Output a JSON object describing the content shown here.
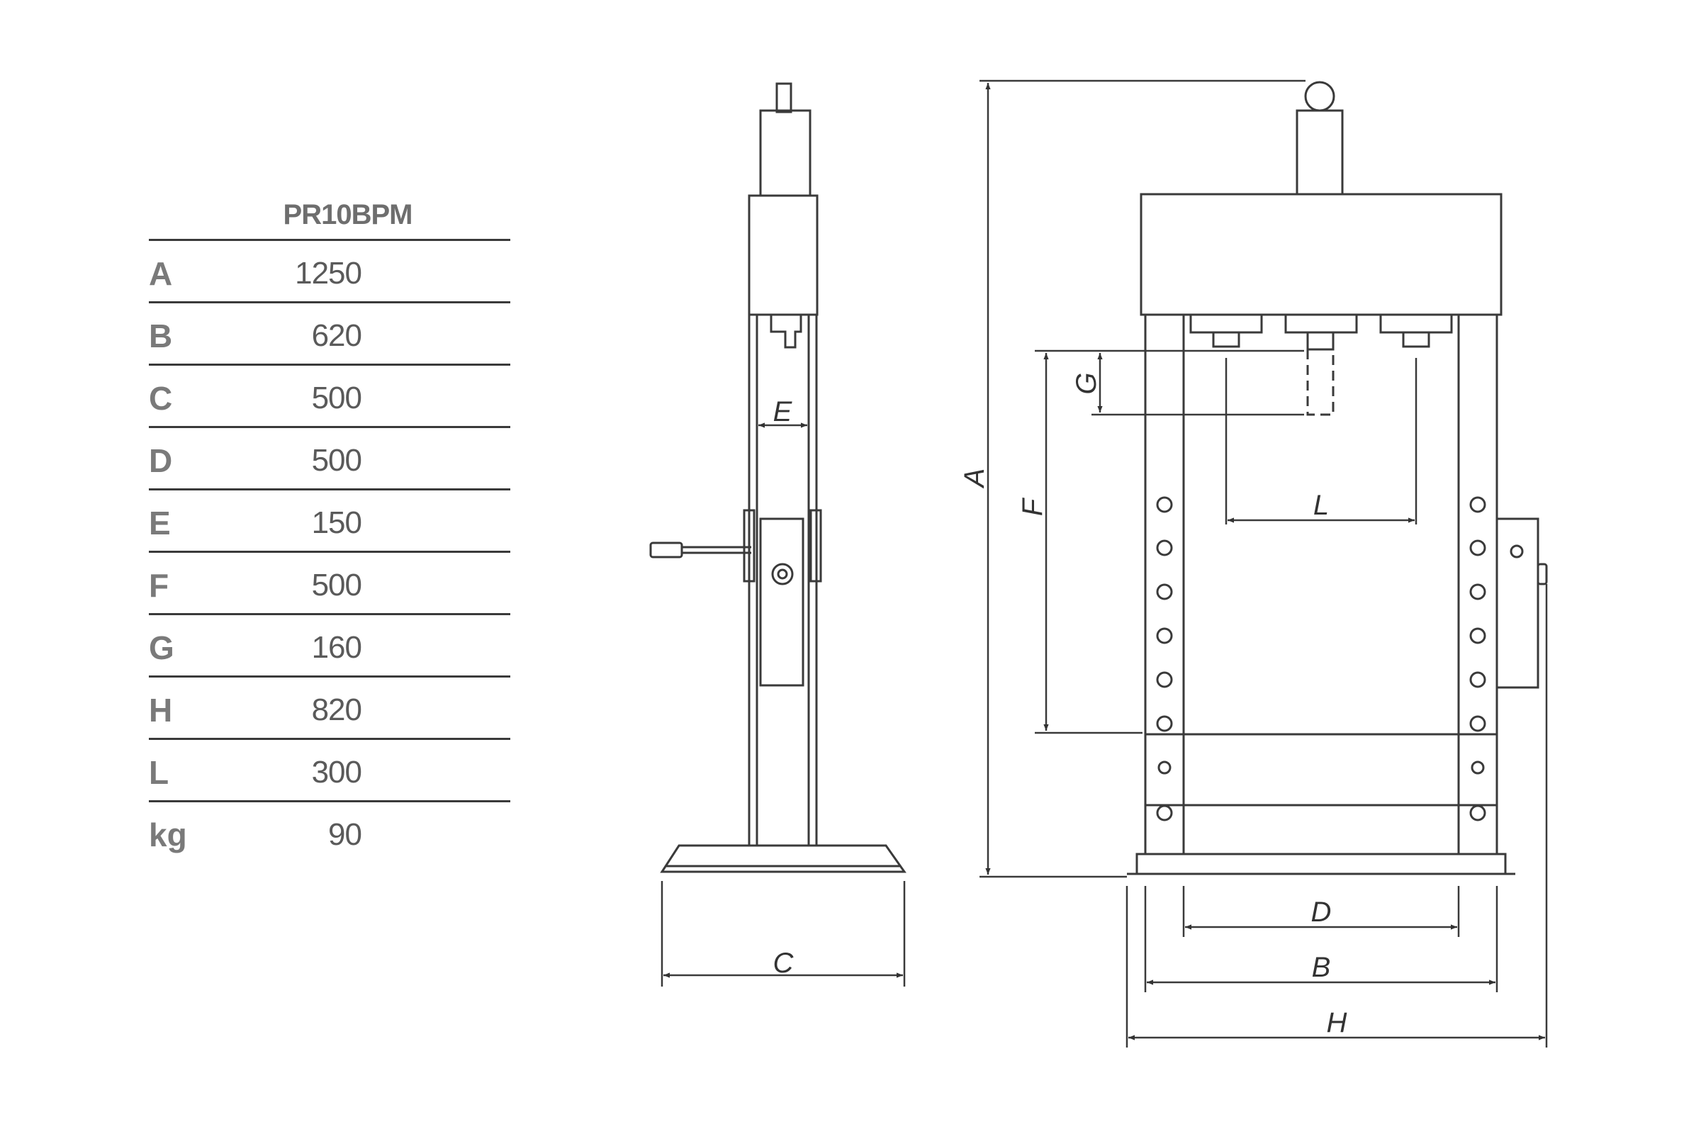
{
  "table": {
    "model": "PR10BPM",
    "rows": [
      {
        "key": "A",
        "value": "1250"
      },
      {
        "key": "B",
        "value": "620"
      },
      {
        "key": "C",
        "value": "500"
      },
      {
        "key": "D",
        "value": "500"
      },
      {
        "key": "E",
        "value": "150"
      },
      {
        "key": "F",
        "value": "500"
      },
      {
        "key": "G",
        "value": "160"
      },
      {
        "key": "H",
        "value": "820"
      },
      {
        "key": "L",
        "value": "300"
      },
      {
        "key": "kg",
        "value": "90"
      }
    ]
  },
  "labels": {
    "A": "A",
    "B": "B",
    "C": "C",
    "D": "D",
    "E": "E",
    "F": "F",
    "G": "G",
    "H": "H",
    "L": "L"
  },
  "colors": {
    "line": "#3a3a3a",
    "text": "#333333",
    "table_text": "#6e6e6e"
  }
}
